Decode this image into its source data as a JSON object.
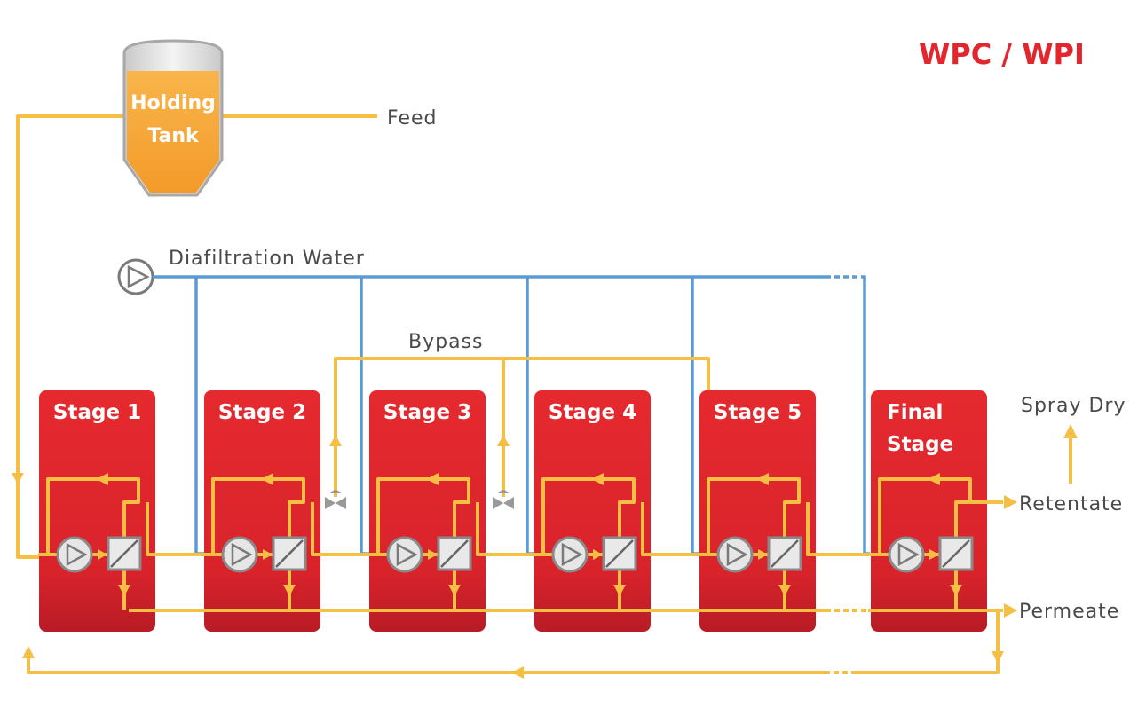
{
  "title": "WPC / WPI",
  "holding_tank": {
    "line1": "Holding",
    "line2": "Tank"
  },
  "labels": {
    "feed": "Feed",
    "diafiltration_water": "Diafiltration Water",
    "bypass": "Bypass",
    "spray_dry": "Spray Dry",
    "retentate": "Retentate",
    "permeate": "Permeate"
  },
  "stages": [
    {
      "line1": "Stage 1",
      "line2": ""
    },
    {
      "line1": "Stage 2",
      "line2": ""
    },
    {
      "line1": "Stage 3",
      "line2": ""
    },
    {
      "line1": "Stage 4",
      "line2": ""
    },
    {
      "line1": "Stage 5",
      "line2": ""
    },
    {
      "line1": "Final",
      "line2": "Stage"
    }
  ],
  "colors": {
    "stage_fill": "#e3262e",
    "process_line": "#f5bf45",
    "water_line": "#5b9bd5",
    "tank_fill": "#f7a83a",
    "title": "#e3262e"
  },
  "icons": [
    "pump-icon",
    "membrane-filter-icon",
    "valve-icon",
    "arrow-icon"
  ]
}
